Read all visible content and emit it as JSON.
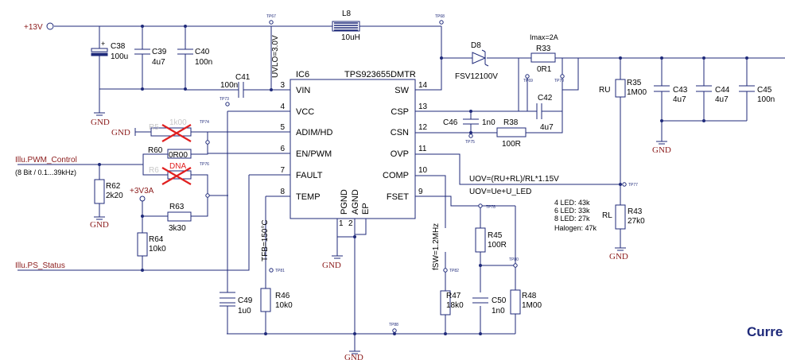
{
  "nets": {
    "v13": "+13V",
    "v3v3": "+3V3A",
    "gnd": "GND",
    "pwm": "Illu.PWM_Control",
    "pwm_note": "(8 Bit / 0.1...39kHz)",
    "status": "Illu.PS_Status"
  },
  "ic": {
    "ref": "IC6",
    "part": "TPS923655DMTR",
    "left_pins": [
      {
        "num": "3",
        "name": "VIN"
      },
      {
        "num": "4",
        "name": "VCC"
      },
      {
        "num": "5",
        "name": "ADIM/HD"
      },
      {
        "num": "6",
        "name": "EN/PWM"
      },
      {
        "num": "7",
        "name": "FAULT"
      },
      {
        "num": "8",
        "name": "TEMP"
      }
    ],
    "right_pins": [
      {
        "num": "14",
        "name": "SW"
      },
      {
        "num": "13",
        "name": "CSP"
      },
      {
        "num": "12",
        "name": "CSN"
      },
      {
        "num": "11",
        "name": "OVP"
      },
      {
        "num": "10",
        "name": "COMP"
      },
      {
        "num": "9",
        "name": "FSET"
      }
    ],
    "bottom_pins": [
      {
        "num": "1",
        "name": "PGND"
      },
      {
        "num": "2",
        "name": "AGND"
      },
      {
        "num": "",
        "name": "EP"
      }
    ]
  },
  "components": {
    "C38": {
      "ref": "C38",
      "value": "100u"
    },
    "C39": {
      "ref": "C39",
      "value": "4u7"
    },
    "C40": {
      "ref": "C40",
      "value": "100n"
    },
    "C41": {
      "ref": "C41",
      "value": "100n"
    },
    "L8": {
      "ref": "L8",
      "value": "10uH"
    },
    "D8": {
      "ref": "D8",
      "value": "FSV12100V"
    },
    "R33": {
      "ref": "R33",
      "value": "0R1"
    },
    "C42": {
      "ref": "C42",
      "value": "4u7"
    },
    "C46": {
      "ref": "C46",
      "value": "1n0"
    },
    "R38": {
      "ref": "R38",
      "value": "100R"
    },
    "R35": {
      "ref": "R35",
      "value": "1M00"
    },
    "C43": {
      "ref": "C43",
      "value": "4u7"
    },
    "C44": {
      "ref": "C44",
      "value": "4u7"
    },
    "C45": {
      "ref": "C45",
      "value": "100n"
    },
    "R43": {
      "ref": "R43",
      "value": "27k0"
    },
    "R59": {
      "ref": "R5",
      "value": "1k00"
    },
    "R60": {
      "ref": "R60",
      "value": "0R00"
    },
    "R61": {
      "ref": "R6",
      "value": "DNA"
    },
    "R62": {
      "ref": "R62",
      "value": "2k20"
    },
    "R63": {
      "ref": "R63",
      "value": "3k30"
    },
    "R64": {
      "ref": "R64",
      "value": "10k0"
    },
    "C49": {
      "ref": "C49",
      "value": "1u0"
    },
    "R46": {
      "ref": "R46",
      "value": "10k0"
    },
    "R47": {
      "ref": "R47",
      "value": "18k0"
    },
    "R45": {
      "ref": "R45",
      "value": "100R"
    },
    "C50": {
      "ref": "C50",
      "value": "1n0"
    },
    "R48": {
      "ref": "R48",
      "value": "1M00"
    }
  },
  "notes": {
    "uvlo": "UVLO=3.0V",
    "imax": "Imax=2A",
    "uov1": "UOV=(RU+RL)/RL*1.15V",
    "uov2": "UOV=Ue+U_LED",
    "ru": "RU",
    "rl": "RL",
    "led4": "4 LED: 43k",
    "led6": "6 LED: 33k",
    "led8": "8 LED: 27k",
    "halogen": "Halogen: 47k",
    "tfb": "TFB=150°C",
    "fsw": "fSW=1.2MHz",
    "dna_mark": "DNA",
    "plus": "+"
  },
  "testpoints": {
    "tp67": "TP67",
    "tp68": "TP68",
    "tp69": "TP69",
    "tp70": "TP70",
    "tp73": "TP73",
    "tp74": "TP74",
    "tp75": "TP75",
    "tp76": "TP76",
    "tp77": "TP77",
    "tp78": "TP78",
    "tp80": "TP80",
    "tp81": "TP81",
    "tp82": "TP82",
    "tp88": "TP88"
  },
  "page": {
    "title_fragment": "Curre"
  },
  "colors": {
    "wire": "#1f2a7a",
    "net_label": "#8b1a1a",
    "cross": "#e02020"
  }
}
